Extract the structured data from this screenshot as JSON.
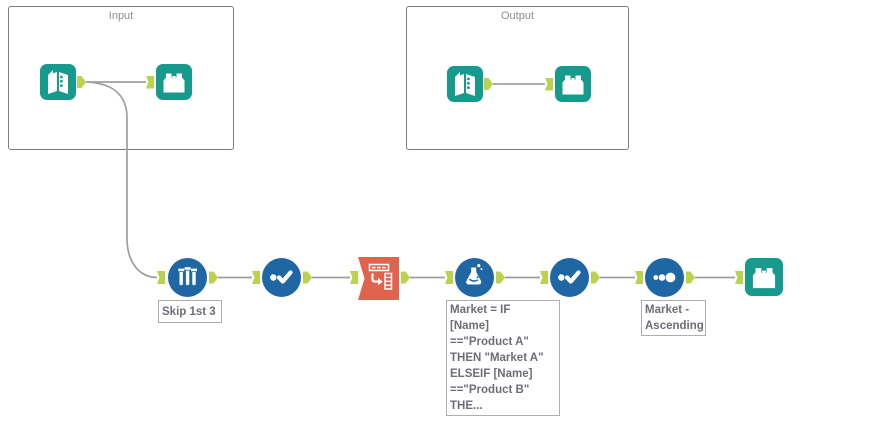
{
  "app": {
    "name": "workflow-canvas"
  },
  "colors": {
    "tool_teal": "#169a8d",
    "tool_blue": "#1f66a4",
    "tool_orange": "#e0644d",
    "anchor_green": "#b9d44c",
    "wire_gray": "#9f9f9f",
    "container_border": "#7c7c7c",
    "annotation_text": "#6d6d78"
  },
  "containers": {
    "input": {
      "label": "Input",
      "tools": [
        "input-data-book-icon",
        "browse-binoculars-icon"
      ]
    },
    "output": {
      "label": "Output",
      "tools": [
        "input-data-book-icon",
        "browse-binoculars-icon"
      ]
    }
  },
  "workflow": {
    "tools": [
      {
        "name": "sample-tool",
        "icon": "test-tubes-icon",
        "annotation": "Skip 1st 3"
      },
      {
        "name": "select-tool",
        "icon": "dot-check-icon"
      },
      {
        "name": "text-to-columns-tool",
        "icon": "row-to-column-icon"
      },
      {
        "name": "formula-tool",
        "icon": "flask-icon",
        "annotation": "Market = IF [Name] ==\"Product A\" THEN \"Market A\" ELSEIF [Name] ==\"Product B\" THE..."
      },
      {
        "name": "select-tool-2",
        "icon": "dot-check-icon"
      },
      {
        "name": "sort-tool",
        "icon": "growing-dots-icon",
        "annotation": "Market - Ascending"
      },
      {
        "name": "browse-tool",
        "icon": "binoculars-icon"
      }
    ]
  },
  "annotations": {
    "sample": "Skip 1st 3",
    "formula": "Market = IF\n[Name]\n==\"Product A\"\nTHEN \"Market A\"\nELSEIF [Name]\n==\"Product B\"\nTHE...",
    "sort": "Market -\nAscending"
  }
}
